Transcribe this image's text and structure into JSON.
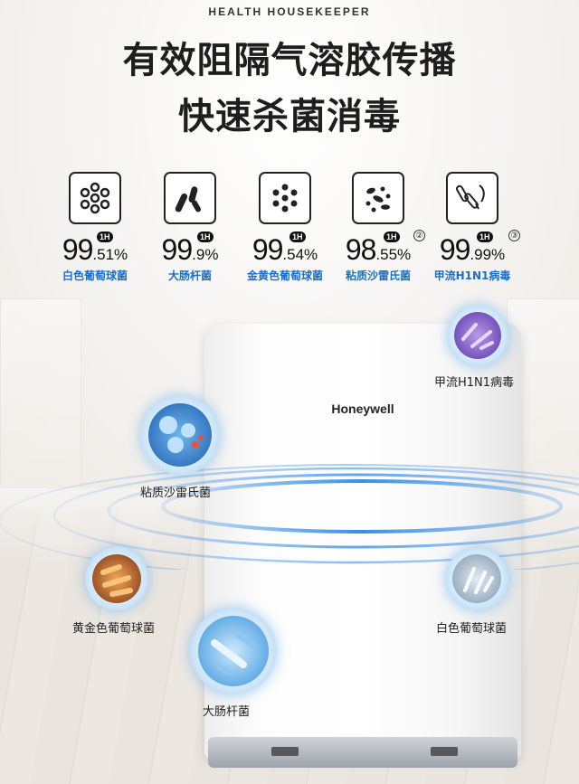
{
  "header": {
    "eyebrow": "HEALTH HOUSEKEEPER",
    "title_line1": "有效阻隔气溶胶传播",
    "title_line2": "快速杀菌消毒"
  },
  "stats": [
    {
      "icon": "cocci-cluster-icon",
      "whole": "99",
      "decimal": ".51%",
      "tag": "1H",
      "note": "",
      "label": "白色葡萄球菌"
    },
    {
      "icon": "rod-bacteria-icon",
      "whole": "99",
      "decimal": ".9%",
      "tag": "1H",
      "note": "",
      "label": "大肠杆菌"
    },
    {
      "icon": "dot-cluster-icon",
      "whole": "99",
      "decimal": ".54%",
      "tag": "1H",
      "note": "",
      "label": "金黄色葡萄球菌"
    },
    {
      "icon": "mixed-bacteria-icon",
      "whole": "98",
      "decimal": ".55%",
      "tag": "1H",
      "note": "②",
      "label": "粘质沙雷氏菌"
    },
    {
      "icon": "virus-strands-icon",
      "whole": "99",
      "decimal": ".99%",
      "tag": "1H",
      "note": "③",
      "label": "甲流H1N1病毒"
    }
  ],
  "device": {
    "brand": "Honeywell"
  },
  "bubbles": [
    {
      "label": "甲流H1N1病毒",
      "color": "#7a4fc9"
    },
    {
      "label": "粘质沙雷氏菌",
      "color": "#2f7fd6"
    },
    {
      "label": "黄金色葡萄球菌",
      "color": "#d46a1e"
    },
    {
      "label": "白色葡萄球菌",
      "color": "#8fa9c2"
    },
    {
      "label": "大肠杆菌",
      "color": "#3f9fe0"
    }
  ],
  "colors": {
    "accent_blue": "#1a6fc9",
    "ring_blue": "#3b8fe6",
    "title": "#1e1e1e"
  }
}
